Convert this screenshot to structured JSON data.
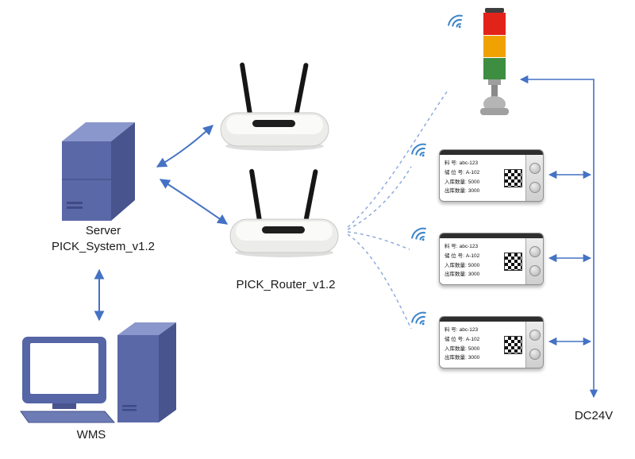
{
  "server": {
    "name": "Server",
    "version": "PICK_System_v1.2"
  },
  "router": {
    "label": "PICK_Router_v1.2"
  },
  "wms": {
    "label": "WMS"
  },
  "power": {
    "label": "DC24V"
  },
  "esl_tag": {
    "rows": [
      {
        "label": "料  号:",
        "value": "abc-123"
      },
      {
        "label": "储 位 号:",
        "value": "A-102"
      },
      {
        "label": "入库数量:",
        "value": "5000"
      },
      {
        "label": "出库数量:",
        "value": "3000"
      }
    ]
  },
  "colors": {
    "arrow_blue": "#4472C4",
    "dashed_blue": "#8FAADC",
    "wifi_blue": "#3D85C8",
    "device_blue": "#5B68A8",
    "tower_light_red": "#E2231A",
    "tower_light_orange": "#F0A202",
    "tower_light_green": "#3E8E41"
  }
}
